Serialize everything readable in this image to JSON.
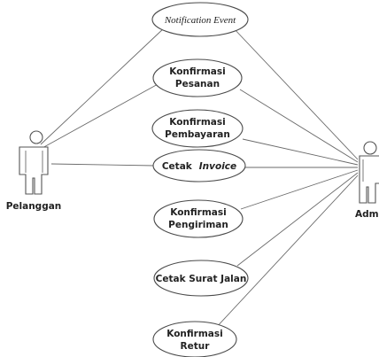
{
  "actors": {
    "left": {
      "name": "Pelanggan"
    },
    "right": {
      "name": "Admin"
    }
  },
  "use_cases": [
    {
      "lines": [
        "Notification Event"
      ],
      "italic": true
    },
    {
      "lines": [
        "Konfirmasi",
        "Pesanan"
      ]
    },
    {
      "lines": [
        "Konfirmasi",
        "Pembayaran"
      ]
    },
    {
      "lines": [
        "Cetak",
        "Invoice"
      ],
      "inline": true
    },
    {
      "lines": [
        "Konfirmasi",
        "Pengiriman"
      ]
    },
    {
      "lines": [
        "Cetak Surat Jalan"
      ]
    },
    {
      "lines": [
        "Konfirmasi",
        "Retur"
      ]
    }
  ]
}
